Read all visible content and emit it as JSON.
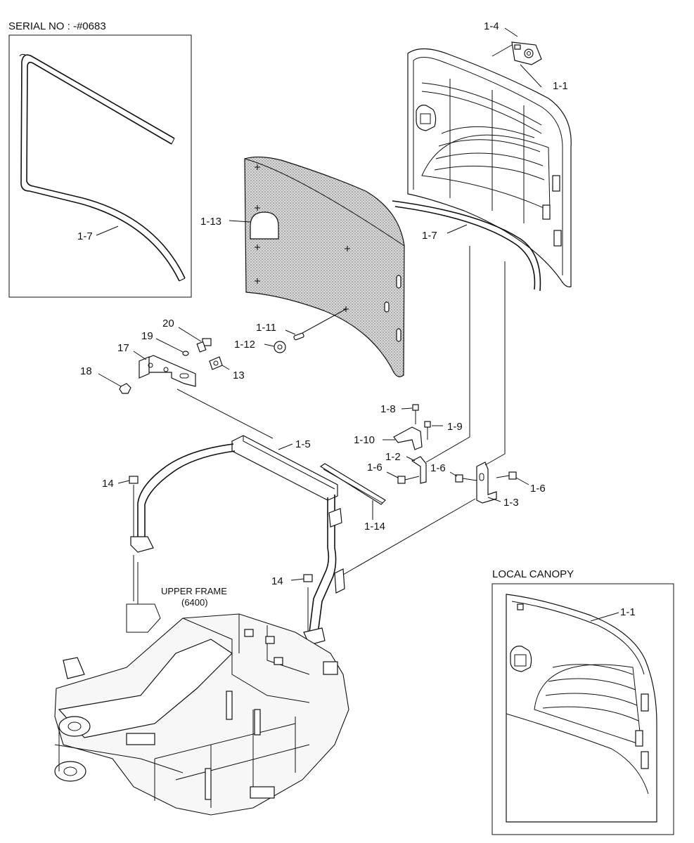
{
  "header": {
    "serial": "SERIAL NO : -#0683",
    "local_canopy": "LOCAL CANOPY",
    "upper_frame_line1": "UPPER FRAME",
    "upper_frame_line2": "(6400)"
  },
  "callouts": {
    "c1_4": "1-4",
    "c1_1": "1-1",
    "c1_7_inset": "1-7",
    "c1_7_main": "1-7",
    "c1_13": "1-13",
    "c1_11": "1-11",
    "c1_12": "1-12",
    "c20": "20",
    "c19": "19",
    "c17": "17",
    "c18": "18",
    "c13": "13",
    "c1_8": "1-8",
    "c1_9": "1-9",
    "c1_10": "1-10",
    "c1_2": "1-2",
    "c1_6_a": "1-6",
    "c1_6_b": "1-6",
    "c1_6_c": "1-6",
    "c1_5": "1-5",
    "c1_3": "1-3",
    "c14_a": "14",
    "c14_b": "14",
    "c1_14": "1-14",
    "c1_1_local": "1-1"
  }
}
